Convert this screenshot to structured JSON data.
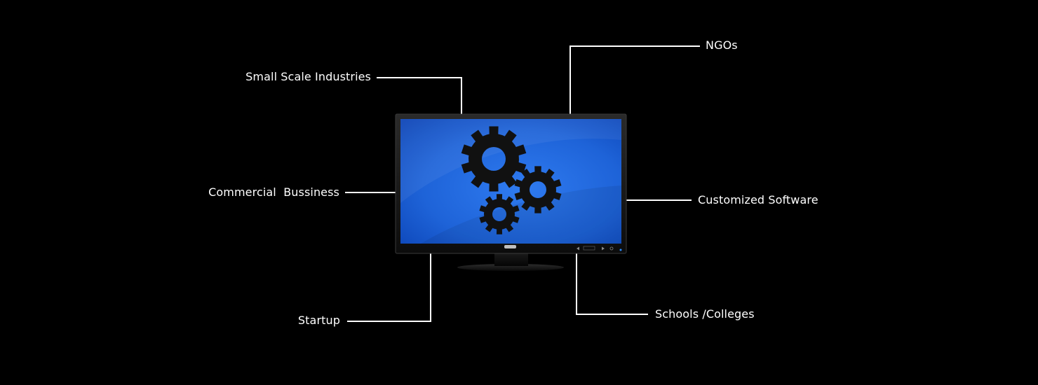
{
  "diagram": {
    "labels": {
      "ngos": "NGOs",
      "small_scale_industries": "Small Scale Industries",
      "commercial_business": "Commercial  Bussiness",
      "customized_software": "Customized Software",
      "startup": "Startup",
      "schools_colleges": "Schools /Colleges"
    },
    "monitor": {
      "menu_button": "menu"
    },
    "colors": {
      "background": "#000000",
      "screen_blue": "#1e63d8",
      "connector_line": "#ffffff",
      "gear": "#111111",
      "label_text": "#ffffff"
    }
  }
}
